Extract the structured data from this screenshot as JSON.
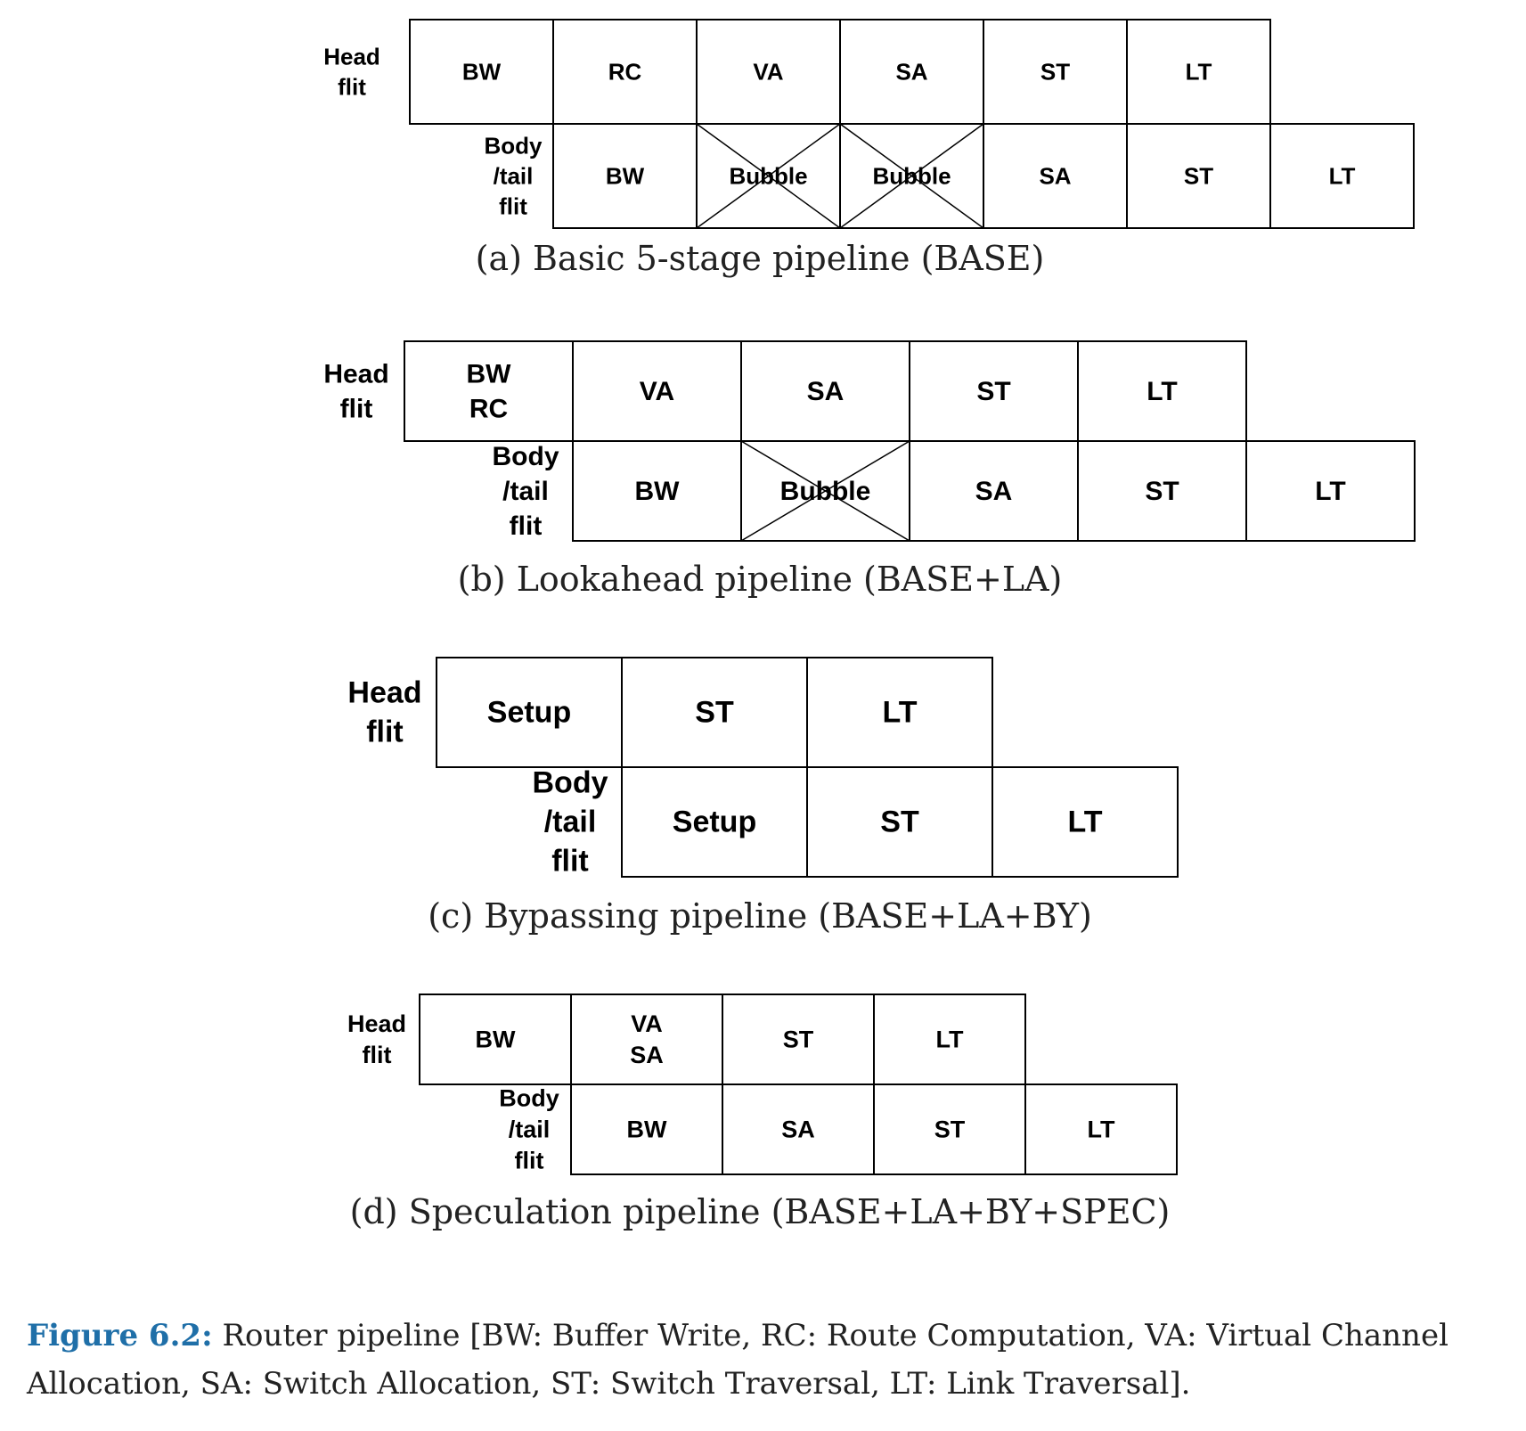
{
  "figure": {
    "number": "Figure 6.2:",
    "text": "Router pipeline [BW: Buffer Write, RC: Route Computation, VA: Virtual Channel Allocation, SA: Switch Allocation, ST: Switch Traversal, LT: Link Traversal].",
    "number_color": "#1f6fa8"
  },
  "panels": [
    {
      "caption": "(a) Basic 5-stage pipeline (BASE)",
      "rows": [
        {
          "label": [
            "Head",
            "flit"
          ],
          "cells": [
            {
              "text": [
                "BW"
              ]
            },
            {
              "text": [
                "RC"
              ]
            },
            {
              "text": [
                "VA"
              ]
            },
            {
              "text": [
                "SA"
              ]
            },
            {
              "text": [
                "ST"
              ]
            },
            {
              "text": [
                "LT"
              ]
            }
          ]
        },
        {
          "label": [
            "Body",
            "/tail",
            "flit"
          ],
          "cells": [
            {
              "text": [
                "BW"
              ]
            },
            {
              "text": [
                "Bubble"
              ],
              "bubble": true
            },
            {
              "text": [
                "Bubble"
              ],
              "bubble": true
            },
            {
              "text": [
                "SA"
              ]
            },
            {
              "text": [
                "ST"
              ]
            },
            {
              "text": [
                "LT"
              ]
            }
          ]
        }
      ]
    },
    {
      "caption": "(b) Lookahead pipeline (BASE+LA)",
      "rows": [
        {
          "label": [
            "Head",
            "flit"
          ],
          "cells": [
            {
              "text": [
                "BW",
                "RC"
              ]
            },
            {
              "text": [
                "VA"
              ]
            },
            {
              "text": [
                "SA"
              ]
            },
            {
              "text": [
                "ST"
              ]
            },
            {
              "text": [
                "LT"
              ]
            }
          ]
        },
        {
          "label": [
            "Body",
            "/tail",
            "flit"
          ],
          "cells": [
            {
              "text": [
                "BW"
              ]
            },
            {
              "text": [
                "Bubble"
              ],
              "bubble": true
            },
            {
              "text": [
                "SA"
              ]
            },
            {
              "text": [
                "ST"
              ]
            },
            {
              "text": [
                "LT"
              ]
            }
          ]
        }
      ]
    },
    {
      "caption": "(c) Bypassing pipeline (BASE+LA+BY)",
      "rows": [
        {
          "label": [
            "Head",
            "flit"
          ],
          "cells": [
            {
              "text": [
                "Setup"
              ]
            },
            {
              "text": [
                "ST"
              ]
            },
            {
              "text": [
                "LT"
              ]
            }
          ]
        },
        {
          "label": [
            "Body",
            "/tail",
            "flit"
          ],
          "cells": [
            {
              "text": [
                "Setup"
              ]
            },
            {
              "text": [
                "ST"
              ]
            },
            {
              "text": [
                "LT"
              ]
            }
          ]
        }
      ]
    },
    {
      "caption": "(d) Speculation pipeline (BASE+LA+BY+SPEC)",
      "rows": [
        {
          "label": [
            "Head",
            "flit"
          ],
          "cells": [
            {
              "text": [
                "BW"
              ]
            },
            {
              "text": [
                "VA",
                "SA"
              ]
            },
            {
              "text": [
                "ST"
              ]
            },
            {
              "text": [
                "LT"
              ]
            }
          ]
        },
        {
          "label": [
            "Body",
            "/tail",
            "flit"
          ],
          "cells": [
            {
              "text": [
                "BW"
              ]
            },
            {
              "text": [
                "SA"
              ]
            },
            {
              "text": [
                "ST"
              ]
            },
            {
              "text": [
                "LT"
              ]
            }
          ]
        }
      ]
    }
  ]
}
